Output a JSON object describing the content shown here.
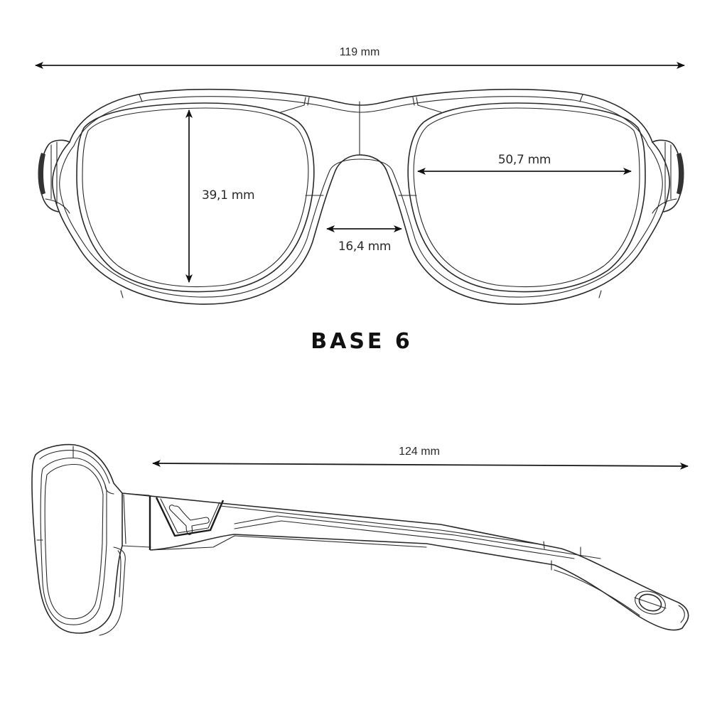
{
  "diagram": {
    "front_view": {
      "overall_width_label": "119 mm",
      "lens_height_label": "39,1 mm",
      "lens_width_label": "50,7 mm",
      "bridge_width_label": "16,4 mm"
    },
    "base_label": "BASE 6",
    "side_view": {
      "temple_length_label": "124 mm"
    }
  }
}
